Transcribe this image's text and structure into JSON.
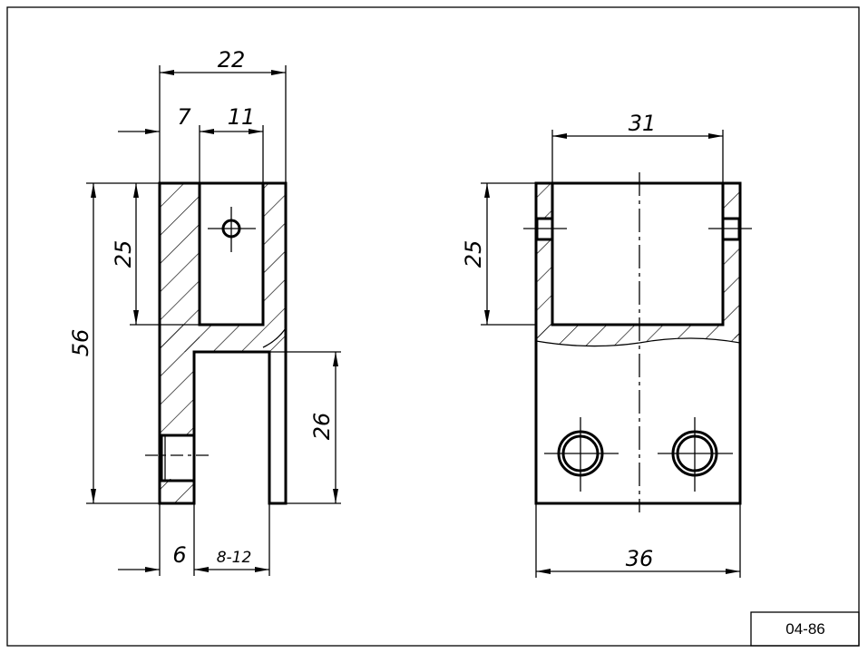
{
  "drawing": {
    "code": "04-86",
    "front_view": {
      "dims": {
        "overall_width": "22",
        "wall_left": "7",
        "slot_width": "11",
        "overall_height": "56",
        "slot_depth": "25",
        "opening_depth": "26",
        "bottom_wall": "6",
        "glass_range": "8-12"
      }
    },
    "side_view": {
      "dims": {
        "inner_width": "31",
        "slot_depth": "25",
        "overall_width": "36"
      }
    }
  }
}
